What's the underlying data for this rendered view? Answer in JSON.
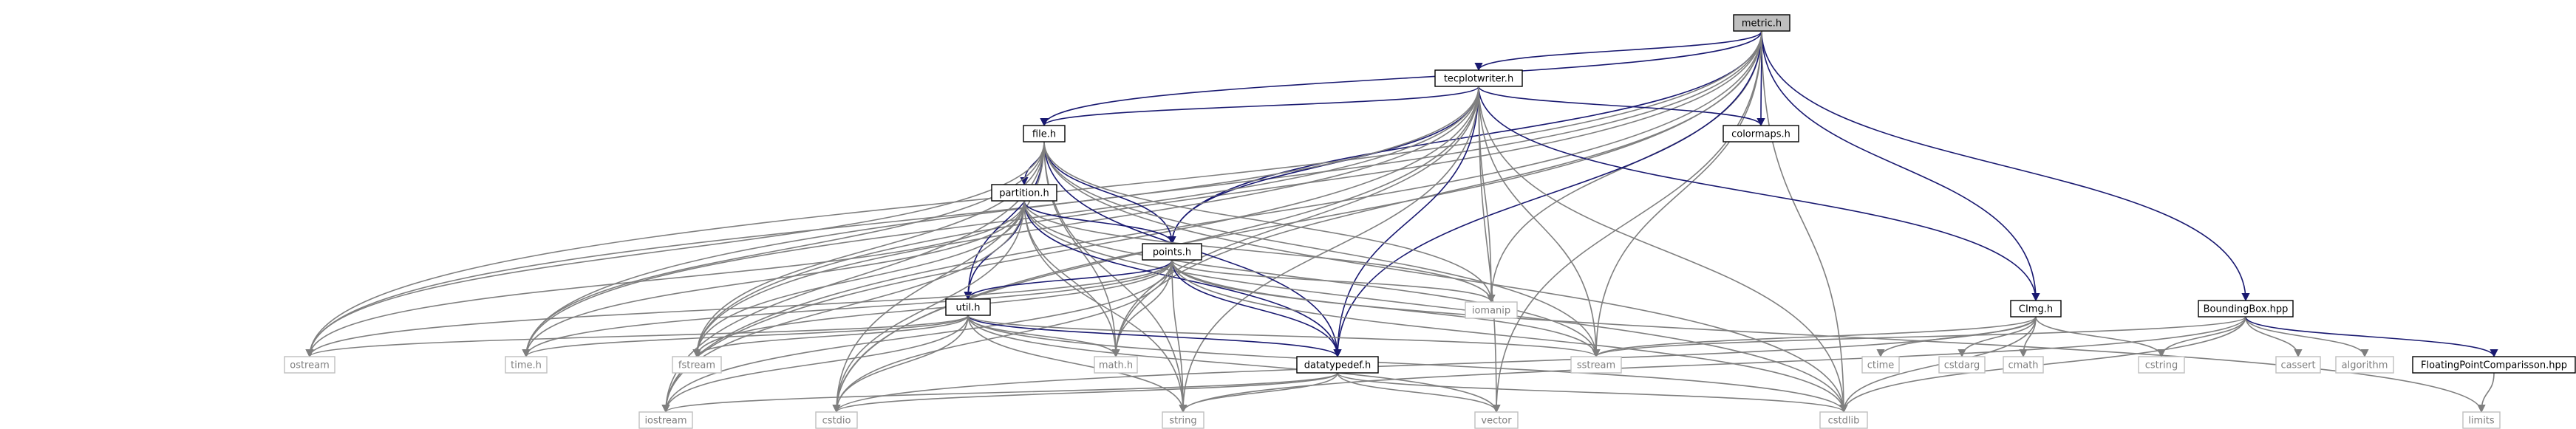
{
  "graph": {
    "colors": {
      "edge": "#191970",
      "edge_grey": "#7f7f7f",
      "root_fill": "#bfbfbf",
      "node_border": "#000000",
      "ext_border": "#bfbfbf",
      "ext_text": "#7f7f7f"
    },
    "nodes": [
      {
        "id": "metric_h",
        "label": "metric.h",
        "kind": "root"
      },
      {
        "id": "tecplotwriter_h",
        "label": "tecplotwriter.h",
        "kind": "file"
      },
      {
        "id": "colormaps_h",
        "label": "colormaps.h",
        "kind": "file"
      },
      {
        "id": "file_h",
        "label": "file.h",
        "kind": "file"
      },
      {
        "id": "partition_h",
        "label": "partition.h",
        "kind": "file"
      },
      {
        "id": "points_h",
        "label": "points.h",
        "kind": "file"
      },
      {
        "id": "util_h",
        "label": "util.h",
        "kind": "file"
      },
      {
        "id": "iomanip",
        "label": "iomanip",
        "kind": "ext"
      },
      {
        "id": "CImg_h",
        "label": "CImg.h",
        "kind": "file"
      },
      {
        "id": "BoundingBox_hpp",
        "label": "BoundingBox.hpp",
        "kind": "file"
      },
      {
        "id": "ostream",
        "label": "ostream",
        "kind": "ext"
      },
      {
        "id": "time_h",
        "label": "time.h",
        "kind": "ext"
      },
      {
        "id": "fstream",
        "label": "fstream",
        "kind": "ext"
      },
      {
        "id": "math_h",
        "label": "math.h",
        "kind": "ext"
      },
      {
        "id": "datatypedef_h",
        "label": "datatypedef.h",
        "kind": "file"
      },
      {
        "id": "sstream",
        "label": "sstream",
        "kind": "ext"
      },
      {
        "id": "ctime",
        "label": "ctime",
        "kind": "ext"
      },
      {
        "id": "cstdarg",
        "label": "cstdarg",
        "kind": "ext"
      },
      {
        "id": "cmath",
        "label": "cmath",
        "kind": "ext"
      },
      {
        "id": "cstring",
        "label": "cstring",
        "kind": "ext"
      },
      {
        "id": "cassert",
        "label": "cassert",
        "kind": "ext"
      },
      {
        "id": "algorithm",
        "label": "algorithm",
        "kind": "ext"
      },
      {
        "id": "FloatingPointComparisson_hpp",
        "label": "FloatingPointComparisson.hpp",
        "kind": "file"
      },
      {
        "id": "iostream",
        "label": "iostream",
        "kind": "ext"
      },
      {
        "id": "cstdio",
        "label": "cstdio",
        "kind": "ext"
      },
      {
        "id": "string",
        "label": "string",
        "kind": "ext"
      },
      {
        "id": "vector",
        "label": "vector",
        "kind": "ext"
      },
      {
        "id": "cstdlib",
        "label": "cstdlib",
        "kind": "ext"
      },
      {
        "id": "limits",
        "label": "limits",
        "kind": "ext"
      }
    ],
    "edges": [
      [
        "metric_h",
        "tecplotwriter_h"
      ],
      [
        "metric_h",
        "colormaps_h"
      ],
      [
        "metric_h",
        "file_h"
      ],
      [
        "metric_h",
        "points_h"
      ],
      [
        "metric_h",
        "iomanip"
      ],
      [
        "metric_h",
        "CImg_h"
      ],
      [
        "metric_h",
        "BoundingBox_hpp"
      ],
      [
        "metric_h",
        "ostream"
      ],
      [
        "metric_h",
        "time_h"
      ],
      [
        "metric_h",
        "fstream"
      ],
      [
        "metric_h",
        "math_h"
      ],
      [
        "metric_h",
        "datatypedef_h"
      ],
      [
        "metric_h",
        "sstream"
      ],
      [
        "metric_h",
        "iostream"
      ],
      [
        "metric_h",
        "cstdio"
      ],
      [
        "metric_h",
        "vector"
      ],
      [
        "metric_h",
        "cstdlib"
      ],
      [
        "tecplotwriter_h",
        "colormaps_h"
      ],
      [
        "tecplotwriter_h",
        "file_h"
      ],
      [
        "tecplotwriter_h",
        "points_h"
      ],
      [
        "tecplotwriter_h",
        "iomanip"
      ],
      [
        "tecplotwriter_h",
        "CImg_h"
      ],
      [
        "tecplotwriter_h",
        "ostream"
      ],
      [
        "tecplotwriter_h",
        "time_h"
      ],
      [
        "tecplotwriter_h",
        "fstream"
      ],
      [
        "tecplotwriter_h",
        "math_h"
      ],
      [
        "tecplotwriter_h",
        "datatypedef_h"
      ],
      [
        "tecplotwriter_h",
        "sstream"
      ],
      [
        "tecplotwriter_h",
        "iostream"
      ],
      [
        "tecplotwriter_h",
        "cstdio"
      ],
      [
        "tecplotwriter_h",
        "string"
      ],
      [
        "tecplotwriter_h",
        "vector"
      ],
      [
        "tecplotwriter_h",
        "cstdlib"
      ],
      [
        "file_h",
        "partition_h"
      ],
      [
        "file_h",
        "points_h"
      ],
      [
        "file_h",
        "util_h"
      ],
      [
        "file_h",
        "iomanip"
      ],
      [
        "file_h",
        "ostream"
      ],
      [
        "file_h",
        "time_h"
      ],
      [
        "file_h",
        "fstream"
      ],
      [
        "file_h",
        "math_h"
      ],
      [
        "file_h",
        "datatypedef_h"
      ],
      [
        "file_h",
        "sstream"
      ],
      [
        "file_h",
        "iostream"
      ],
      [
        "file_h",
        "cstdio"
      ],
      [
        "file_h",
        "string"
      ],
      [
        "file_h",
        "cstdlib"
      ],
      [
        "partition_h",
        "points_h"
      ],
      [
        "partition_h",
        "util_h"
      ],
      [
        "partition_h",
        "iomanip"
      ],
      [
        "partition_h",
        "ostream"
      ],
      [
        "partition_h",
        "time_h"
      ],
      [
        "partition_h",
        "fstream"
      ],
      [
        "partition_h",
        "math_h"
      ],
      [
        "partition_h",
        "datatypedef_h"
      ],
      [
        "partition_h",
        "sstream"
      ],
      [
        "partition_h",
        "iostream"
      ],
      [
        "partition_h",
        "cstdio"
      ],
      [
        "partition_h",
        "string"
      ],
      [
        "partition_h",
        "cstdlib"
      ],
      [
        "points_h",
        "util_h"
      ],
      [
        "points_h",
        "iomanip"
      ],
      [
        "points_h",
        "ostream"
      ],
      [
        "points_h",
        "time_h"
      ],
      [
        "points_h",
        "fstream"
      ],
      [
        "points_h",
        "math_h"
      ],
      [
        "points_h",
        "datatypedef_h"
      ],
      [
        "points_h",
        "sstream"
      ],
      [
        "points_h",
        "iostream"
      ],
      [
        "points_h",
        "cstdio"
      ],
      [
        "points_h",
        "string"
      ],
      [
        "points_h",
        "cstdlib"
      ],
      [
        "points_h",
        "limits"
      ],
      [
        "util_h",
        "ostream"
      ],
      [
        "util_h",
        "time_h"
      ],
      [
        "util_h",
        "fstream"
      ],
      [
        "util_h",
        "math_h"
      ],
      [
        "util_h",
        "datatypedef_h"
      ],
      [
        "util_h",
        "sstream"
      ],
      [
        "util_h",
        "iostream"
      ],
      [
        "util_h",
        "cstdio"
      ],
      [
        "util_h",
        "string"
      ],
      [
        "util_h",
        "vector"
      ],
      [
        "util_h",
        "cstdlib"
      ],
      [
        "datatypedef_h",
        "iostream"
      ],
      [
        "datatypedef_h",
        "cstdio"
      ],
      [
        "datatypedef_h",
        "string"
      ],
      [
        "datatypedef_h",
        "vector"
      ],
      [
        "datatypedef_h",
        "cstdlib"
      ],
      [
        "CImg_h",
        "sstream"
      ],
      [
        "CImg_h",
        "ctime"
      ],
      [
        "CImg_h",
        "cstdarg"
      ],
      [
        "CImg_h",
        "cmath"
      ],
      [
        "CImg_h",
        "cstring"
      ],
      [
        "CImg_h",
        "cstdio"
      ],
      [
        "CImg_h",
        "cstdlib"
      ],
      [
        "BoundingBox_hpp",
        "sstream"
      ],
      [
        "BoundingBox_hpp",
        "cstring"
      ],
      [
        "BoundingBox_hpp",
        "cassert"
      ],
      [
        "BoundingBox_hpp",
        "algorithm"
      ],
      [
        "BoundingBox_hpp",
        "FloatingPointComparisson_hpp"
      ],
      [
        "BoundingBox_hpp",
        "string"
      ],
      [
        "BoundingBox_hpp",
        "cstdlib"
      ],
      [
        "FloatingPointComparisson_hpp",
        "limits"
      ]
    ]
  }
}
